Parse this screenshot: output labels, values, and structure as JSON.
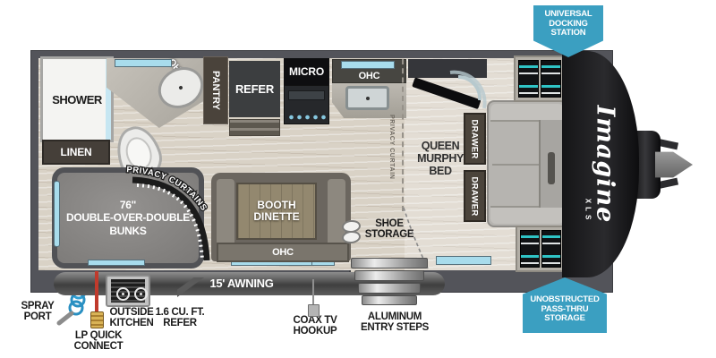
{
  "colors": {
    "callout_blue": "#3B9FC1",
    "window_blue": "#A8DCEC",
    "wall_gray": "#53545A",
    "floor_tan": "#D9D2C6",
    "wardrobe_stripe_teal": "#2FC4C6",
    "lp_hose_red": "#C03A2C",
    "spray_hose_blue": "#2F9FD4"
  },
  "brand": {
    "name": "Imagine",
    "series": "XLS"
  },
  "callouts": {
    "docking": "UNIVERSAL\nDOCKING\nSTATION",
    "pass_thru": "UNOBSTRUCTED\nPASS-THRU\nSTORAGE"
  },
  "rooms": {
    "shower": "SHOWER",
    "linen": "LINEN",
    "pantry": "PANTRY",
    "refer": "REFER",
    "micro": "MICRO",
    "ohc": "OHC",
    "booth_dinette": "BOOTH\nDINETTE",
    "bunks": "76\"\nDOUBLE-OVER-DOUBLE\nBUNKS",
    "murphy_bed": "QUEEN\nMURPHY\nBED",
    "drawer": "DRAWER",
    "shoe_storage": "SHOE\nSTORAGE",
    "privacy_curtain": "PRIVACY CURTAIN",
    "privacy_curtains": "PRIVACY CURTAINS",
    "awning": "15' AWNING"
  },
  "exterior": {
    "spray_port": "SPRAY\nPORT",
    "lp_quick_connect": "LP QUICK\nCONNECT",
    "outside_kitchen": "OUTSIDE\nKITCHEN",
    "outside_refer": "1.6 CU. FT.\nREFER",
    "coax": "COAX TV\nHOOKUP",
    "entry_steps": "ALUMINUM\nENTRY STEPS"
  }
}
